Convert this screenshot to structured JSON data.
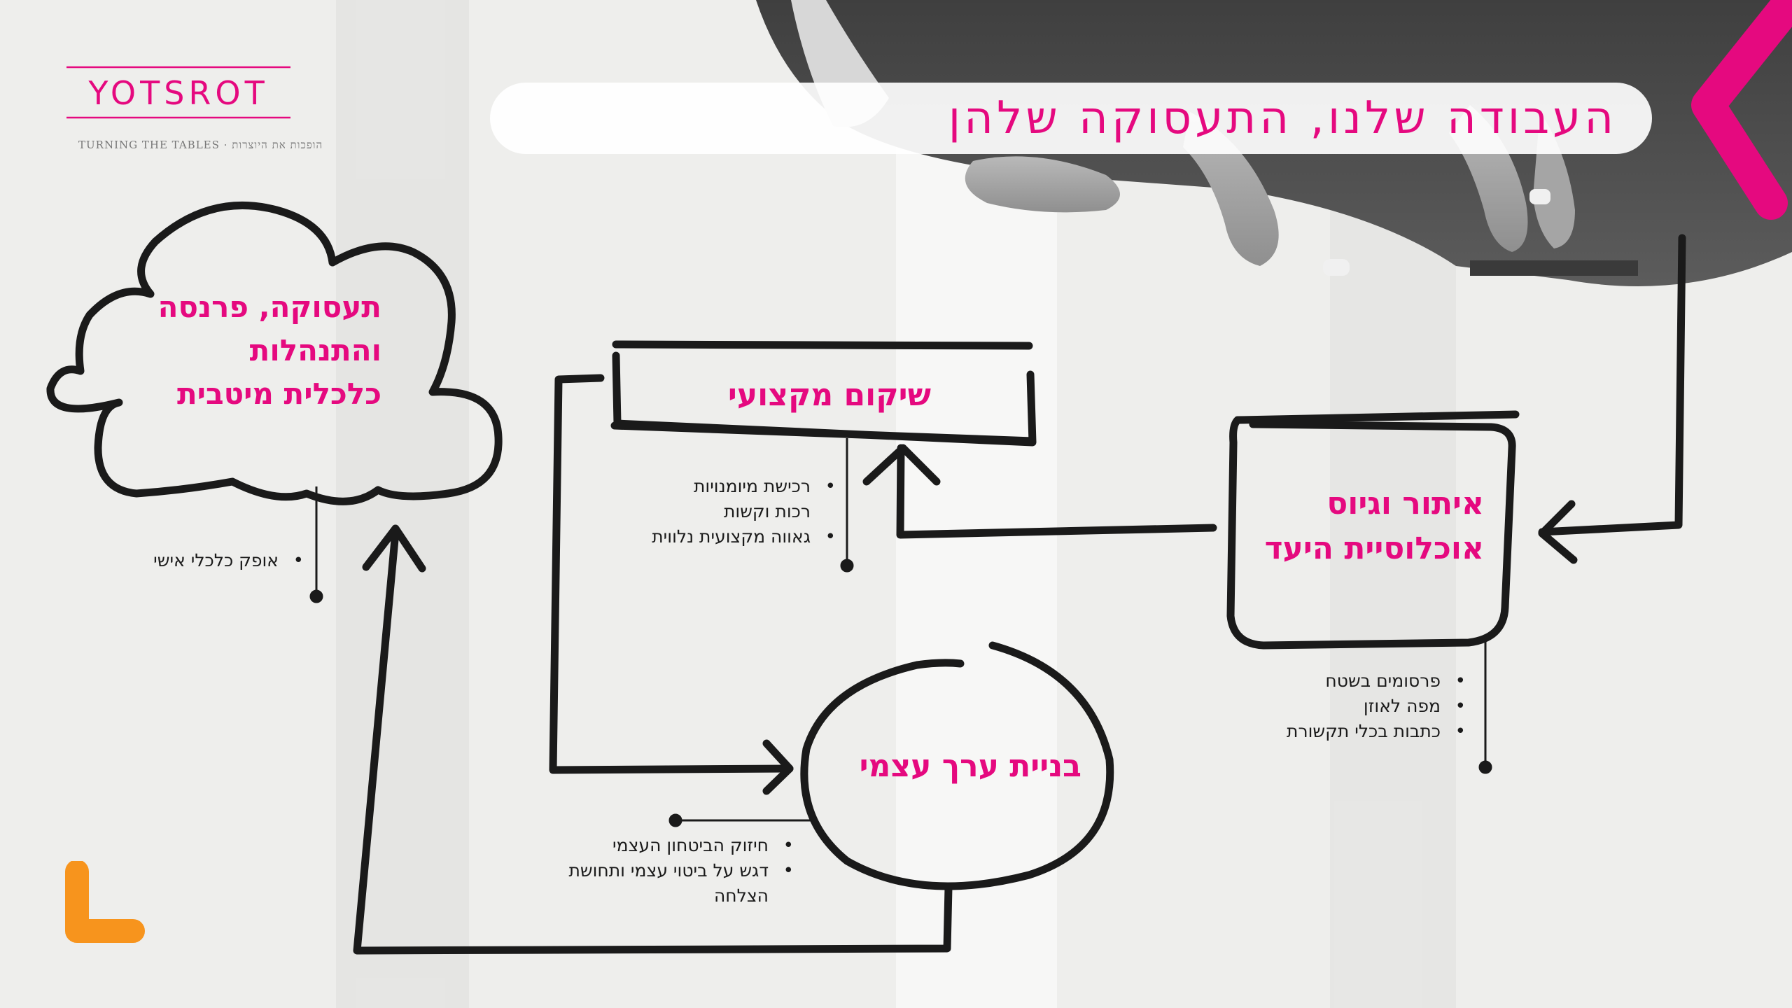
{
  "title": "העבודה שלנו, התעסוקה שלהן",
  "logo": {
    "wordmark": "YOTSROT",
    "tagline": "TURNING THE TABLES · הופכות את היוצרות"
  },
  "colors": {
    "accent": "#e5097f",
    "secondary": "#f7941d",
    "ink": "#1a1a1a"
  },
  "icons": [
    "chevron-left-icon",
    "corner-bracket-icon"
  ],
  "nodes": {
    "outreach": {
      "line1": "איתור וגיוס",
      "line2": "אוכלוסיית היעד",
      "bullets": [
        "פרסומים בשטח",
        "מפה לאוזן",
        "כתבות בכלי תקשורת"
      ]
    },
    "rehab": {
      "label": "שיקום מקצועי",
      "bullets": [
        "רכישת מיומנויות",
        "רכות וקשות",
        "גאווה מקצועית נלווית"
      ]
    },
    "self_worth": {
      "label": "בניית ערך עצמי",
      "bullets": [
        "חיזוק הביטחון העצמי",
        "דגש על ביטוי עצמי ותחושת הצלחה"
      ]
    },
    "employment": {
      "line1": "תעסוקה, פרנסה",
      "line2": "והתנהלות",
      "line3": "כלכלית מיטבית",
      "bullets": [
        "אופק כלכלי אישי"
      ]
    }
  }
}
